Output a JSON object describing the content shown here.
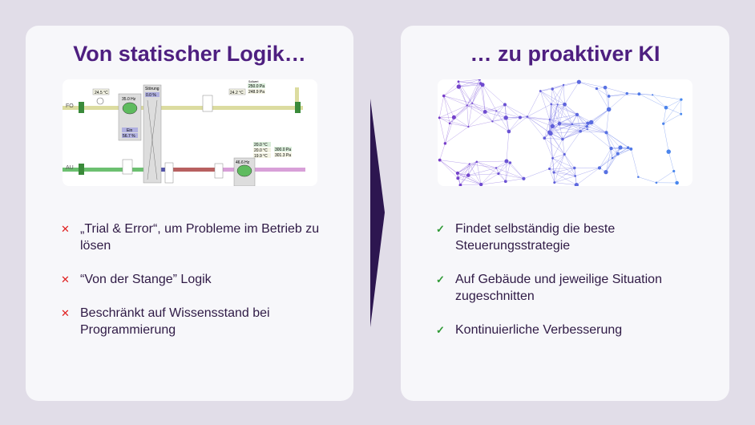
{
  "left": {
    "title": "Von statischer Logik…",
    "diagram": {
      "fo": "FO",
      "au": "AU",
      "t1": "24.5 °C",
      "hz1": "35.0 Hz",
      "stoerung": "Störung",
      "pct0": "0.0 %",
      "ein": "Ein",
      "pct1": "56.7 %",
      "t2": "24.2 °C",
      "sollwert": "Sollwert",
      "pa1": "250.0 Pa",
      "pa2": "248.9 Pa",
      "t3": "20.0 °C",
      "t4": "20.0 °C",
      "t5": "19.9 °C",
      "pa3": "300.0 Pa",
      "pa4": "301.3 Pa",
      "hz2": "46.6 Hz"
    },
    "items": [
      {
        "icon": "cross",
        "text": "„Trial & Error“, um Probleme im Betrieb zu lösen"
      },
      {
        "icon": "cross",
        "text": "“Von der Stange” Logik"
      },
      {
        "icon": "cross",
        "text": "Beschränkt auf Wissensstand bei Programmierung"
      }
    ]
  },
  "right": {
    "title": "… zu proaktiver KI",
    "items": [
      {
        "icon": "check",
        "text": "Findet selbständig die beste Steuerungsstrategie"
      },
      {
        "icon": "check",
        "text": "Auf Gebäude und jeweilige Situation zugeschnitten"
      },
      {
        "icon": "check",
        "text": "Kontinuierliche Verbesserung"
      }
    ]
  },
  "colors": {
    "title": "#4e1f80",
    "arrow": "#2d1650",
    "cross": "#e02020",
    "check": "#2f9a35"
  }
}
